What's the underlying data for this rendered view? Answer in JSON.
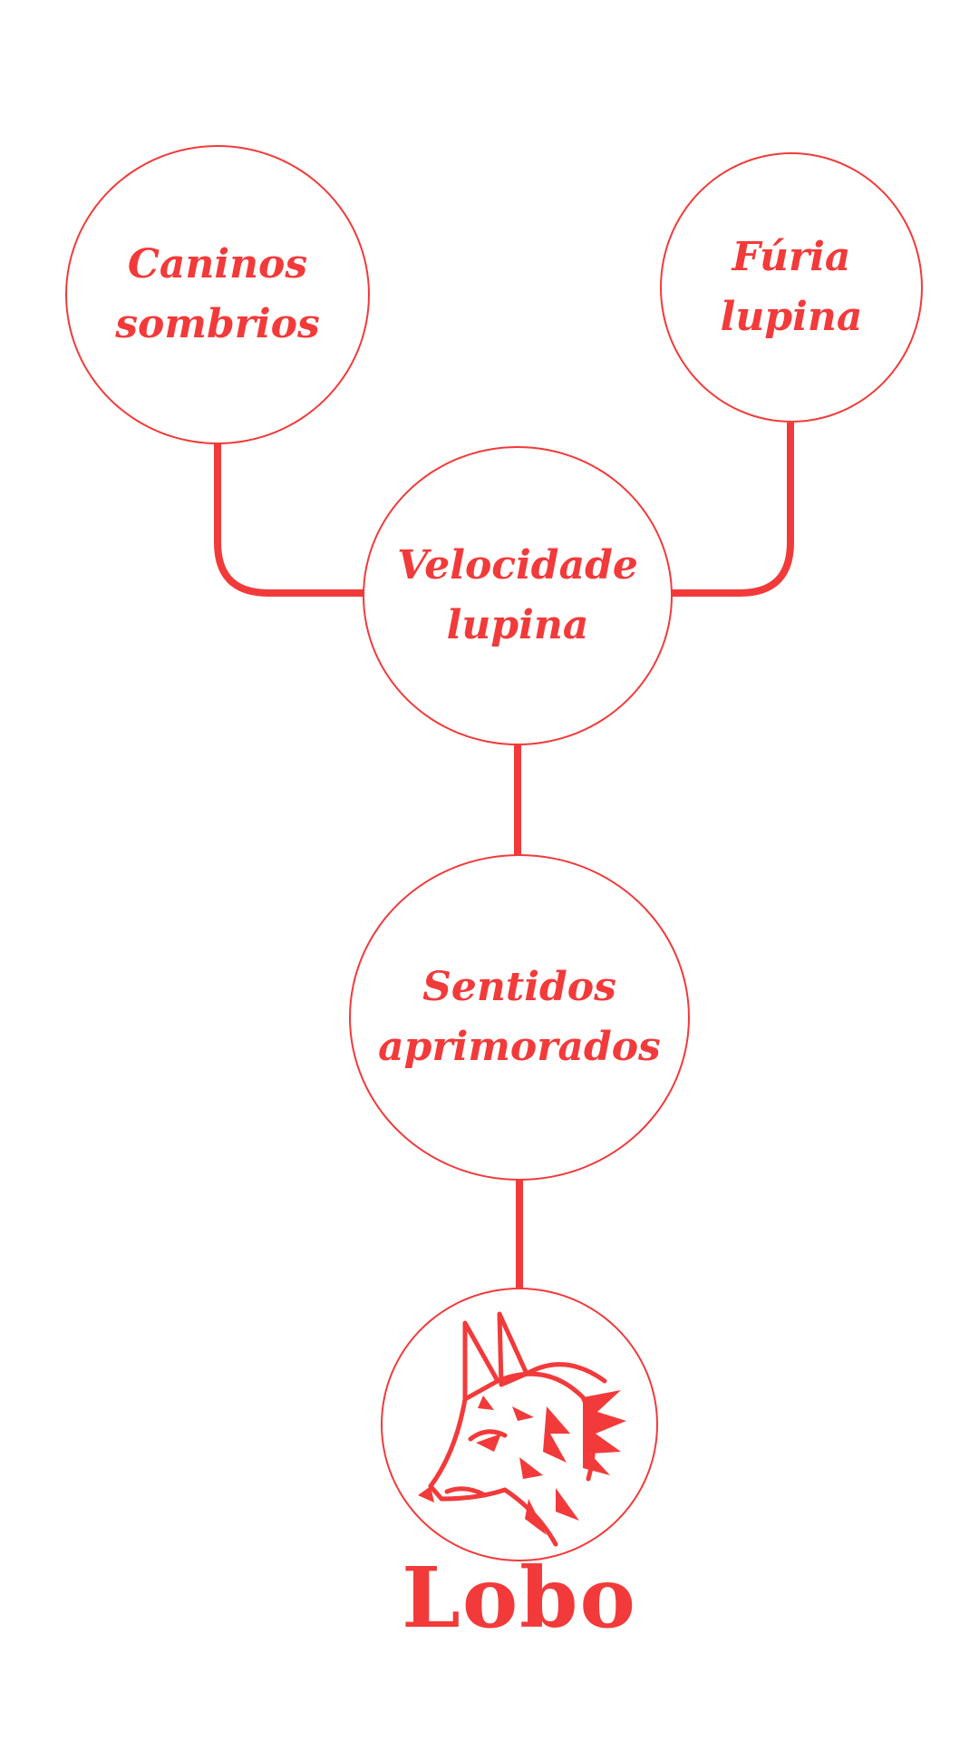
{
  "colors": {
    "accent": "#f23a3a",
    "background": "#ffffff"
  },
  "nodes": {
    "caninos": {
      "line1": "Caninos",
      "line2": "sombrios"
    },
    "furia": {
      "line1": "Fúria",
      "line2": "lupina"
    },
    "velocidade": {
      "line1": "Velocidade",
      "line2": "lupina"
    },
    "sentidos": {
      "line1": "Sentidos",
      "line2": "aprimorados"
    },
    "lobo": {
      "title": "Lobo",
      "icon": "wolf-head-icon"
    }
  }
}
